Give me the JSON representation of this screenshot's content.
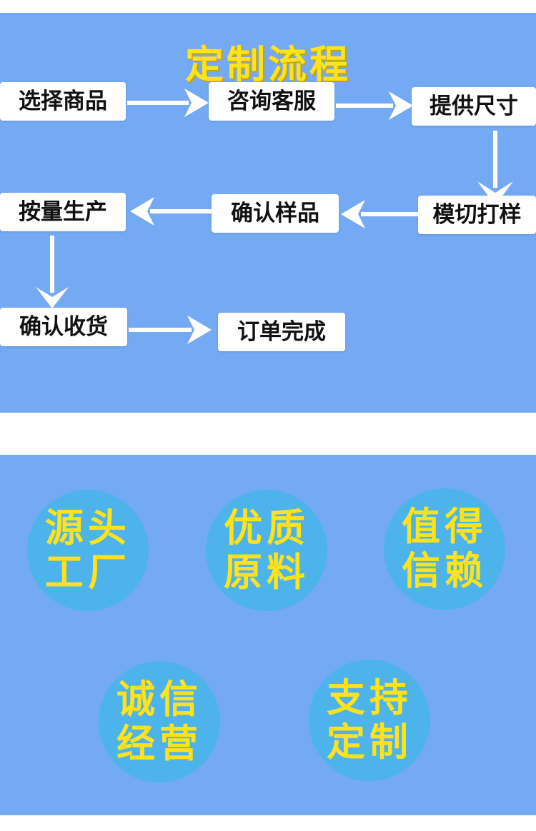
{
  "process": {
    "title": "定制流程",
    "steps": [
      "选择商品",
      "咨询客服",
      "提供尺寸",
      "模切打样",
      "确认样品",
      "按量生产",
      "确认收货",
      "订单完成"
    ]
  },
  "features": [
    {
      "line1": "源头",
      "line2": "工厂"
    },
    {
      "line1": "优质",
      "line2": "原料"
    },
    {
      "line1": "值得",
      "line2": "信赖"
    },
    {
      "line1": "诚信",
      "line2": "经营"
    },
    {
      "line1": "支持",
      "line2": "定制"
    }
  ],
  "colors": {
    "panel": "#74a9f4",
    "title": "#ffe21a",
    "circle": "#4cb3eb",
    "arrow": "#ffffff"
  }
}
